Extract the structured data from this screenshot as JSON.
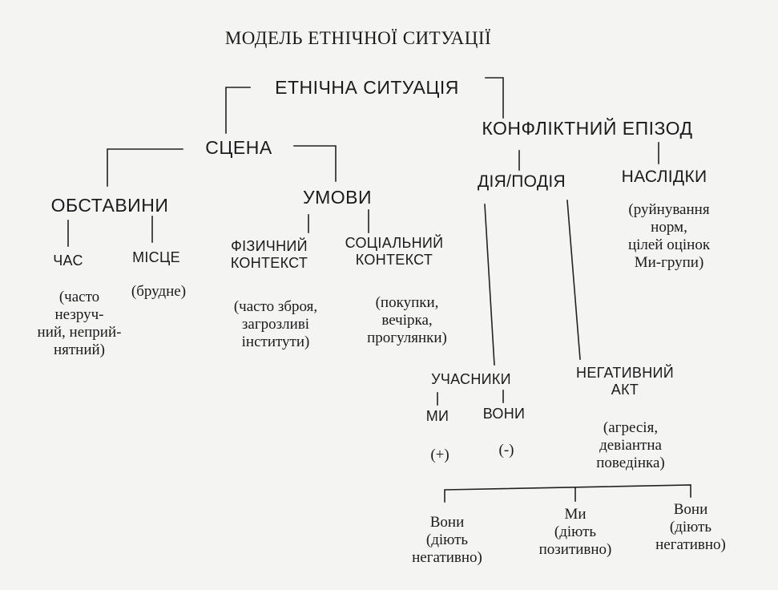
{
  "title": "МОДЕЛЬ ЕТНІЧНОЇ СИТУАЦІЇ",
  "root": "ЕТНІЧНА СИТУАЦІЯ",
  "scene": {
    "label": "СЦЕНА",
    "circumstances": {
      "label": "ОБСТАВИНИ",
      "time": {
        "label": "ЧАС",
        "note": [
          "(часто",
          "незруч-",
          "ний, неприй-",
          "нятний)"
        ]
      },
      "place": {
        "label": "МІСЦЕ",
        "note": [
          "(брудне)"
        ]
      }
    },
    "conditions": {
      "label": "УМОВИ",
      "physical": {
        "label": [
          "ФІЗИЧНИЙ",
          "КОНТЕКСТ"
        ],
        "note": [
          "(часто зброя,",
          "загрозливі",
          "інститути)"
        ]
      },
      "social": {
        "label": [
          "СОЦІАЛЬНИЙ",
          "КОНТЕКСТ"
        ],
        "note": [
          "(покупки,",
          "вечірка,",
          "прогулянки)"
        ]
      }
    }
  },
  "episode": {
    "label": "КОНФЛІКТНИЙ ЕПІЗОД",
    "action": {
      "label": "ДІЯ/ПОДІЯ",
      "participants": {
        "label": "УЧАСНИКИ",
        "we": {
          "label": "МИ",
          "sign": "(+)"
        },
        "they": {
          "label": "ВОНИ",
          "sign": "(-)"
        }
      },
      "negative_act": {
        "label": [
          "НЕГАТИВНИЙ",
          "АКТ"
        ],
        "note": [
          "(агресія,",
          "девіантна",
          "поведінка)"
        ],
        "outcomes": [
          {
            "line1": "Вони",
            "line2": "(діють",
            "line3": "негативно)"
          },
          {
            "line1": "Ми",
            "line2": "(діють",
            "line3": "позитивно)"
          },
          {
            "line1": "Вони",
            "line2": "(діють",
            "line3": "негативно)"
          }
        ]
      }
    },
    "consequences": {
      "label": "НАСЛІДКИ",
      "note": [
        "(руйнування",
        "норм,",
        "цілей оцінок",
        "Ми-групи)"
      ]
    }
  },
  "colors": {
    "ink": "#1b1b1b",
    "paper": "#f4f4f2"
  }
}
